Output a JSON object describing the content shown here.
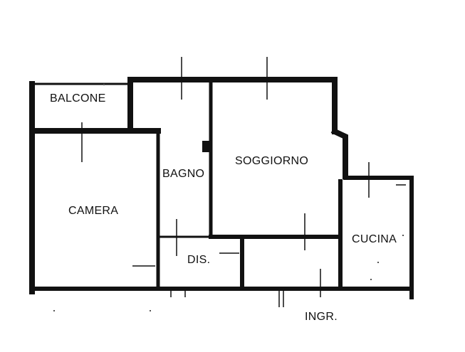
{
  "rooms": {
    "balcone": "BALCONE",
    "bagno": "BAGNO",
    "soggiorno": "SOGGIORNO",
    "camera": "CAMERA",
    "cucina": "CUCINA",
    "disimpegno": "DIS.",
    "ingresso": "INGR."
  },
  "colors": {
    "wall": "#111111",
    "background": "#ffffff"
  }
}
